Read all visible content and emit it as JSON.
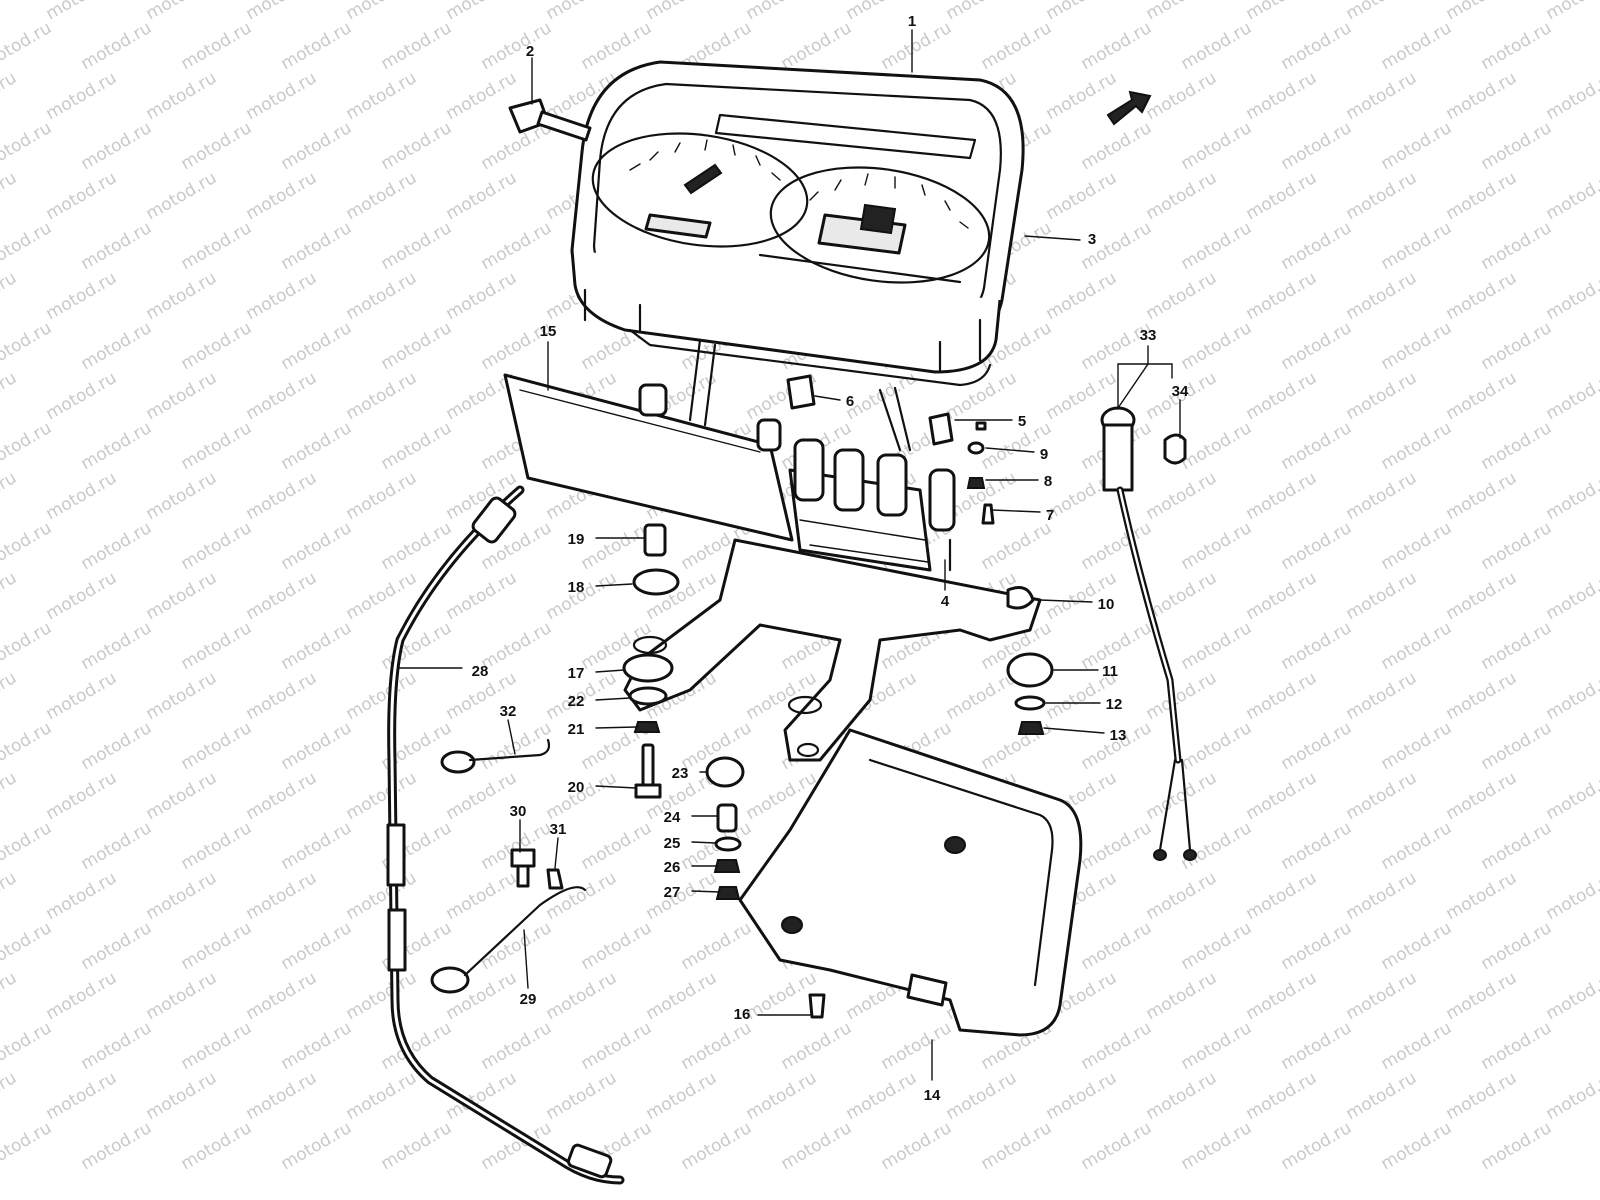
{
  "watermark": {
    "text": "motod.ru",
    "color": "#c9c9c9"
  },
  "callouts": [
    {
      "id": "1",
      "text": "1"
    },
    {
      "id": "2",
      "text": "2"
    },
    {
      "id": "3",
      "text": "3"
    },
    {
      "id": "4",
      "text": "4"
    },
    {
      "id": "5",
      "text": "5"
    },
    {
      "id": "6",
      "text": "6"
    },
    {
      "id": "7",
      "text": "7"
    },
    {
      "id": "8",
      "text": "8"
    },
    {
      "id": "9",
      "text": "9"
    },
    {
      "id": "10",
      "text": "10"
    },
    {
      "id": "11",
      "text": "11"
    },
    {
      "id": "12",
      "text": "12"
    },
    {
      "id": "13",
      "text": "13"
    },
    {
      "id": "14",
      "text": "14"
    },
    {
      "id": "15",
      "text": "15"
    },
    {
      "id": "16",
      "text": "16"
    },
    {
      "id": "17",
      "text": "17"
    },
    {
      "id": "18",
      "text": "18"
    },
    {
      "id": "19",
      "text": "19"
    },
    {
      "id": "20",
      "text": "20"
    },
    {
      "id": "21",
      "text": "21"
    },
    {
      "id": "22",
      "text": "22"
    },
    {
      "id": "23",
      "text": "23"
    },
    {
      "id": "24",
      "text": "24"
    },
    {
      "id": "25",
      "text": "25"
    },
    {
      "id": "26",
      "text": "26"
    },
    {
      "id": "27",
      "text": "27"
    },
    {
      "id": "28",
      "text": "28"
    },
    {
      "id": "29",
      "text": "29"
    },
    {
      "id": "30",
      "text": "30"
    },
    {
      "id": "31",
      "text": "31"
    },
    {
      "id": "32",
      "text": "32"
    },
    {
      "id": "33",
      "text": "33"
    },
    {
      "id": "34",
      "text": "34"
    }
  ],
  "icons": {
    "front_arrow": "direction-arrow-icon"
  }
}
